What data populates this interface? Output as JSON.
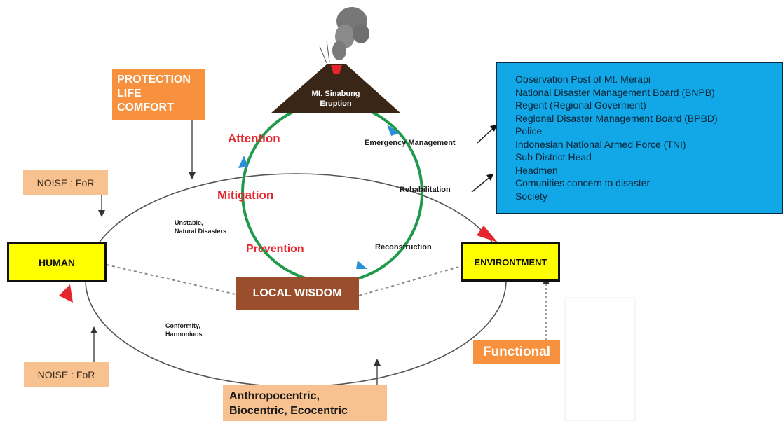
{
  "volcano": {
    "title_line1": "Mt. Sinabung",
    "title_line2": "Eruption"
  },
  "cycle": {
    "attention": "Attention",
    "mitigation": "Mitigation",
    "prevention": "Prevention",
    "emergency": "Emergency Management",
    "rehabilitation": "Rehabilitation",
    "reconstruction": "Reconstruction"
  },
  "values_box": {
    "line1": "PROTECTION",
    "line2": "LIFE",
    "line3": "COMFORT"
  },
  "noise_top": "NOISE : FoR",
  "noise_bottom": "NOISE : FoR",
  "human": "HUMAN",
  "environment": "ENVIRONTMENT",
  "local_wisdom": "LOCAL WISDOM",
  "functional": "Functional",
  "unstable": {
    "line1": "Unstable,",
    "line2": "Natural Disasters"
  },
  "conformity": {
    "line1": "Conformity,",
    "line2": "Harmoniuos"
  },
  "ethics": {
    "line1": "Anthropocentric,",
    "line2": "Biocentric, Ecocentric"
  },
  "actors": [
    "Observation Post of Mt. Merapi",
    "National Disaster Management Board (BNPB)",
    "Regent (Regional Goverment)",
    "Regional Disaster Management Board (BPBD)",
    "Police",
    "Indonesian National Armed Force (TNI)",
    "Sub District Head",
    "Headmen",
    "Comunities concern to disaster",
    "Society"
  ],
  "colors": {
    "orange": "#f7913d",
    "peach": "#f7c290",
    "yellow": "#ffff00",
    "brown": "#9a4e2b",
    "blue_panel": "#12a7e6",
    "cycle_green": "#1f9a4a",
    "red": "#e5262d",
    "volcano": "#3a2617"
  }
}
